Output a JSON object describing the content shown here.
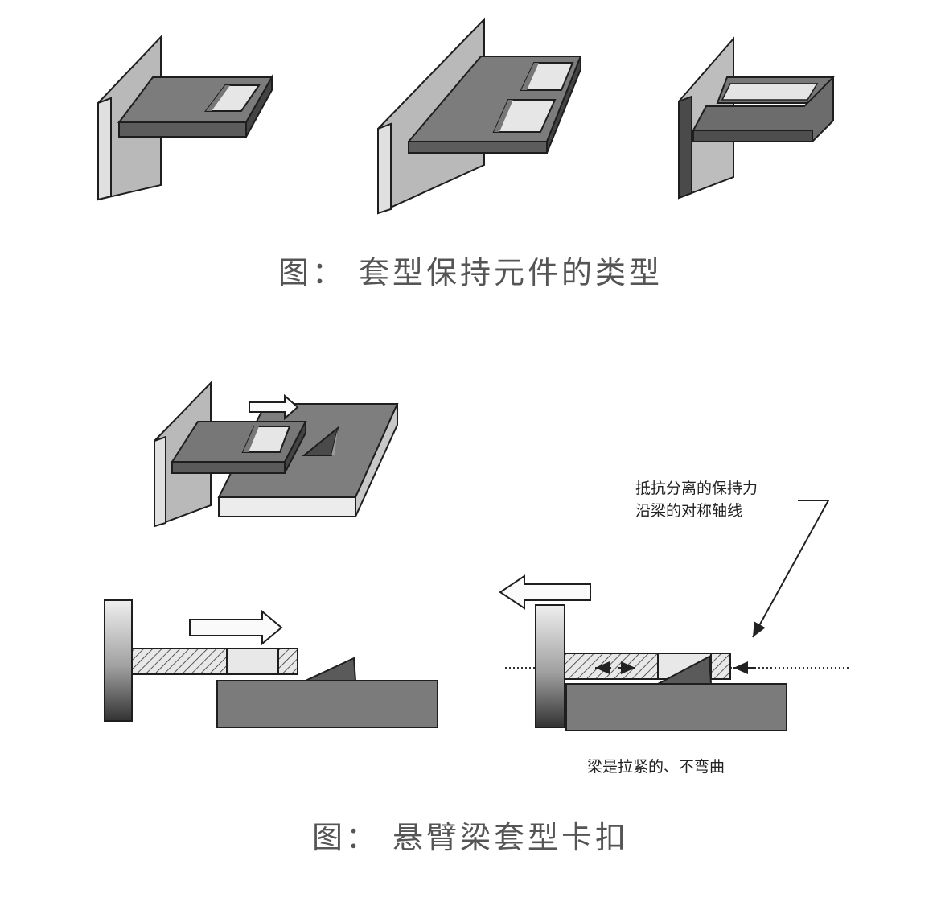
{
  "figures": [
    {
      "id": "fig-1",
      "caption": "图： 套型保持元件的类型",
      "variants": [
        "single-window",
        "double-window",
        "u-slot"
      ]
    },
    {
      "id": "fig-2",
      "caption": "图： 悬臂梁套型卡扣",
      "annotations": {
        "retention_force_line1": "抵抗分离的保持力",
        "retention_force_line2": "沿梁的对称轴线",
        "beam_state": "梁是拉紧的、不弯曲"
      }
    }
  ],
  "palette": {
    "dark_face": "#5c5c5c",
    "mid_face": "#858585",
    "light_face": "#d0d0d0",
    "window": "#e6e6e6",
    "outline": "#1e1e1e"
  }
}
